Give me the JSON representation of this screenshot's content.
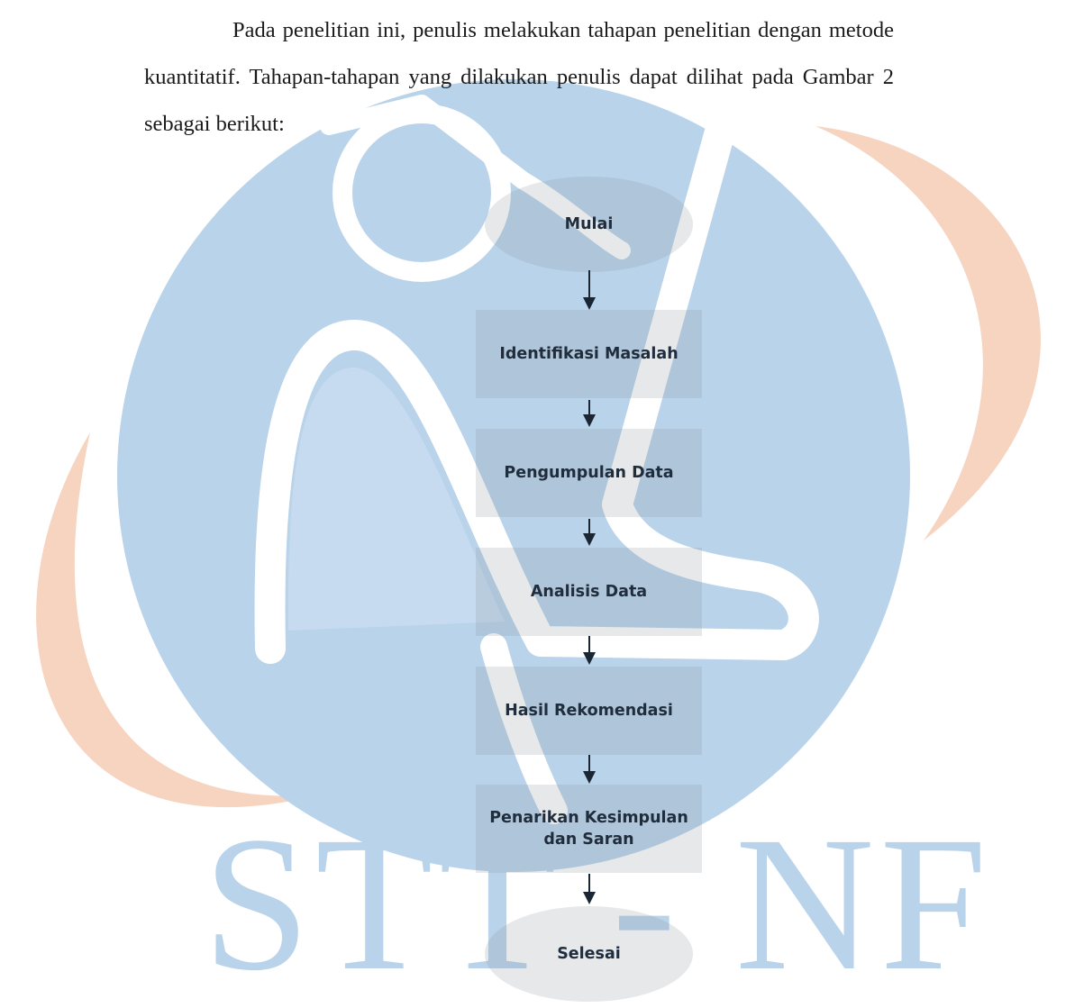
{
  "paragraph": "Pada penelitian ini, penulis melakukan tahapan penelitian dengan metode kuantitatif. Tahapan-tahapan yang dilakukan penulis dapat dilihat pada Gambar 2 sebagai berikut:",
  "watermark": {
    "text": "STT - NF",
    "colors": {
      "blue": "#b9d3ea",
      "orange": "#f6d4c0"
    }
  },
  "flowchart": {
    "start": "Mulai",
    "steps": [
      "Identifikasi Masalah",
      "Pengumpulan Data",
      "Analisis Data",
      "Hasil Rekomendasi",
      "Penarikan Kesimpulan dan Saran"
    ],
    "end": "Selesai"
  }
}
